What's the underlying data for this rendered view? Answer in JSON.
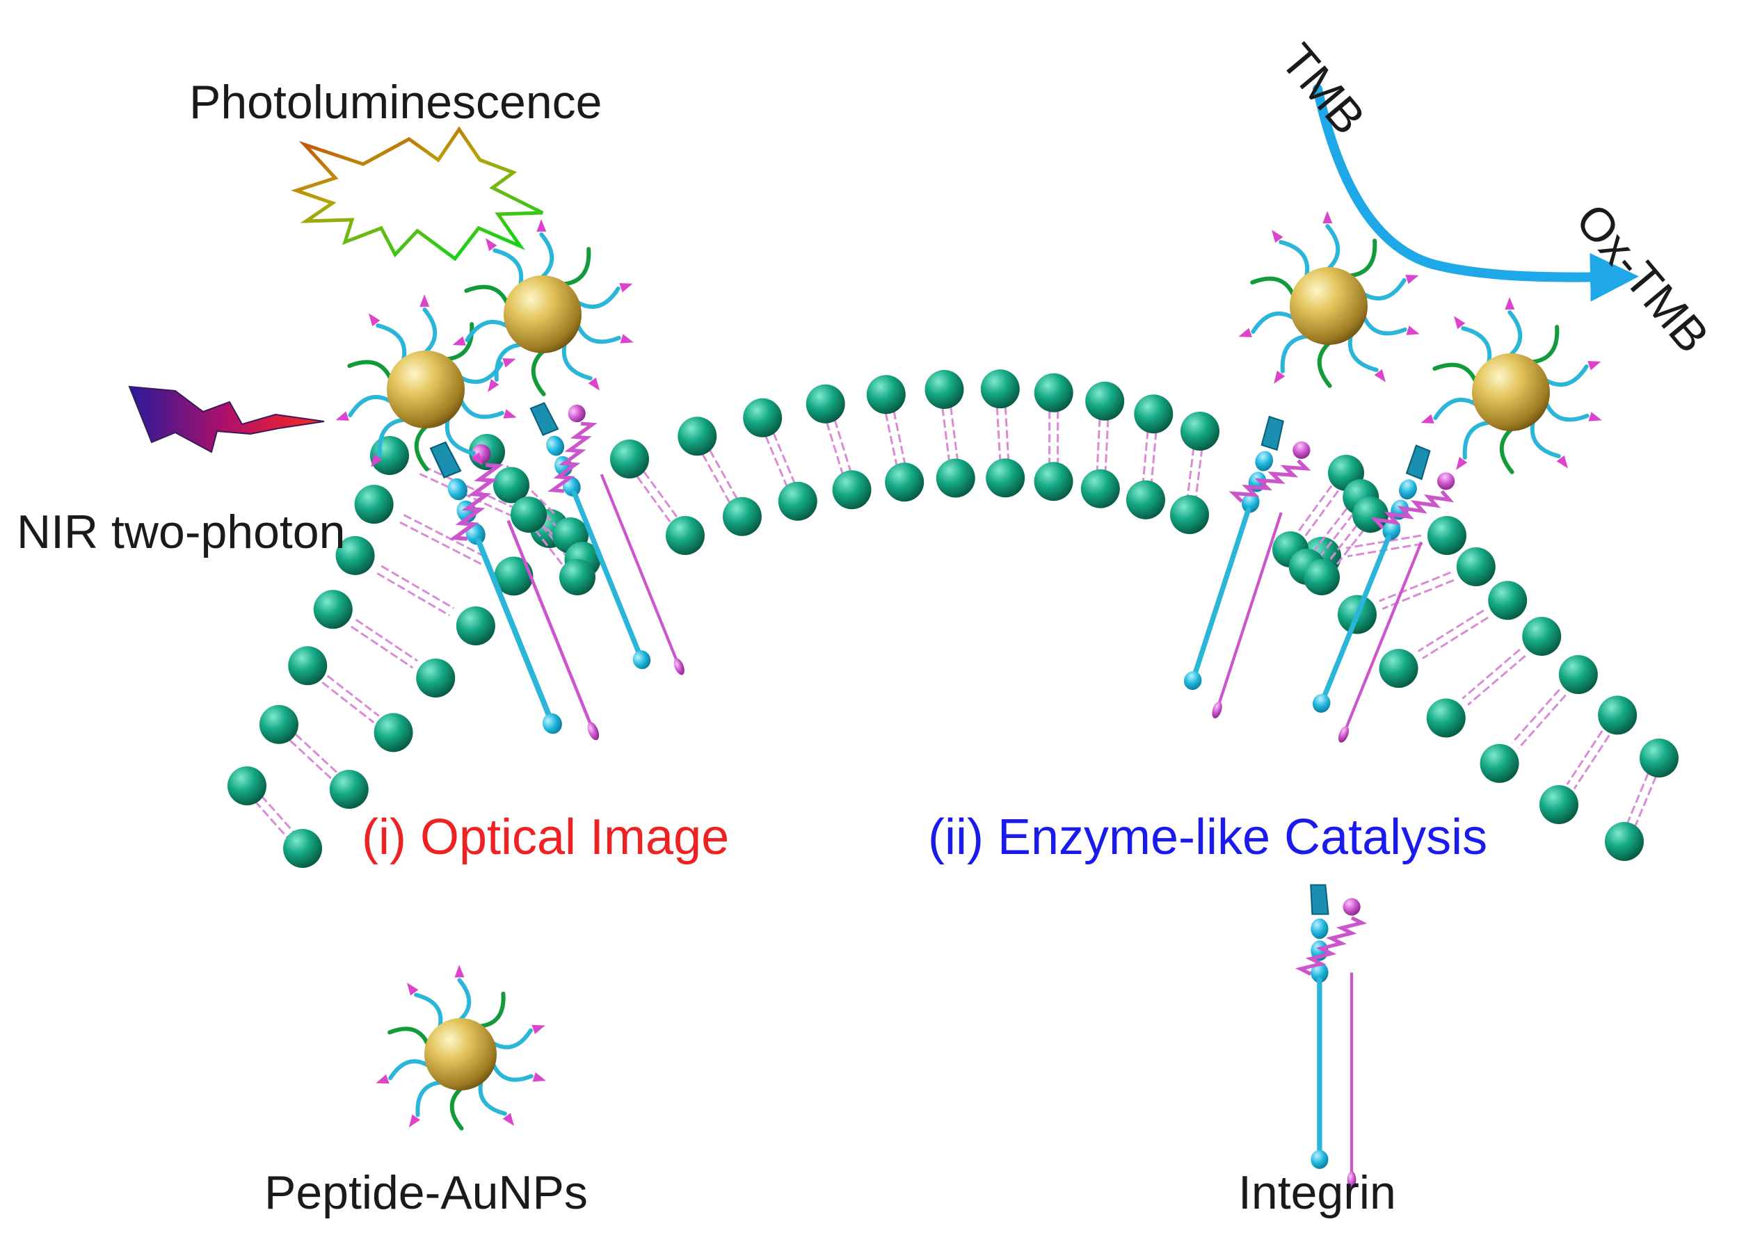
{
  "labels": {
    "photoluminescence": "Photoluminescence",
    "nir": "NIR two-photon",
    "tmb": "TMB",
    "ox_tmb": "Ox-TMB",
    "optical": "(i) Optical Image",
    "catalysis": "(ii) Enzyme-like Catalysis",
    "peptide_aunps": "Peptide-AuNPs",
    "integrin": "Integrin"
  },
  "colors": {
    "lipid_head": "#0e9c7c",
    "lipid_tail": "#d98bd6",
    "gold": "#d8b44a",
    "integrin_alpha": "#2bb5d8",
    "integrin_beta": "#cc55cc",
    "arrow": "#1fa8e8",
    "optical_text": "#ee2222",
    "catalysis_text": "#1a1aee"
  }
}
